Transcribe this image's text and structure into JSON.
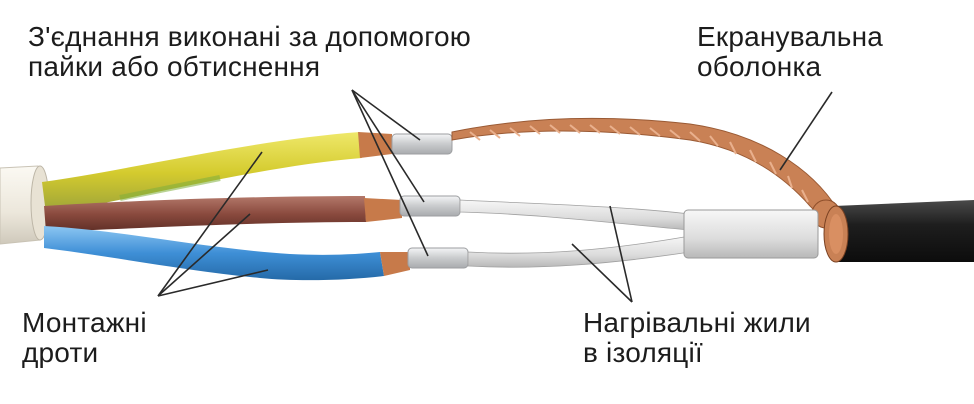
{
  "labels": {
    "solder_joints": {
      "line1": "З'єднання виконані за допомогою",
      "line2": "пайки або обтиснення"
    },
    "shield": {
      "line1": "Екранувальна",
      "line2": "оболонка"
    },
    "mounting_wires": {
      "line1": "Монтажні",
      "line2": "дроти"
    },
    "heating_cores": {
      "line1": "Нагрівальні жили",
      "line2": "в ізоляції"
    }
  },
  "colors": {
    "wire_yellow": "#d6cf3a",
    "wire_green_stripe": "#7fae3c",
    "wire_brown": "#8a4a3e",
    "wire_blue": "#3e8fd6",
    "outer_jacket_mounting": "#f1ede3",
    "outer_jacket_heating": "#1f1f1f",
    "copper": "#c77a4a",
    "sleeve": "#d9dadb",
    "core_insulation": "#e4e6e8",
    "leader_line": "#2a2a2a"
  }
}
